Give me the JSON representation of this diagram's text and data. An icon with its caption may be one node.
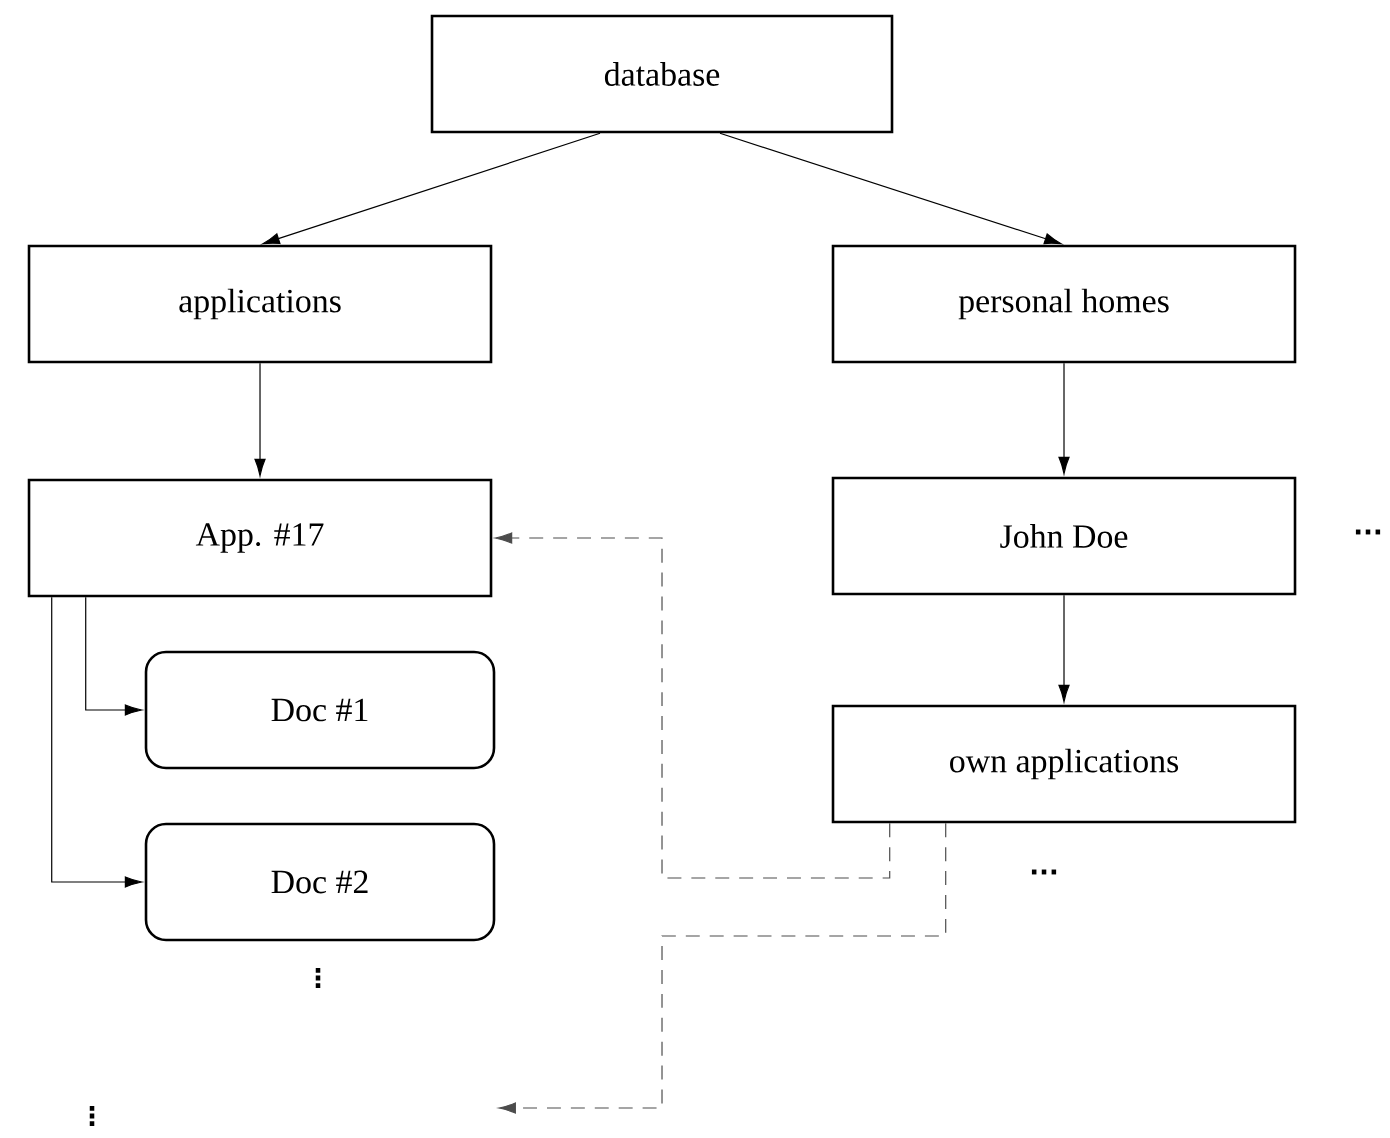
{
  "diagram": {
    "nodes": [
      {
        "text": [
          "database"
        ]
      },
      {
        "text": [
          "applications"
        ]
      },
      {
        "text": [
          "personal homes"
        ]
      },
      {
        "text": [
          "App. #17"
        ]
      },
      {
        "text": [
          "John Doe"
        ]
      },
      {
        "text": [
          "Doc #1"
        ]
      },
      {
        "text": [
          "Doc #2"
        ]
      },
      {
        "text": [
          "own applications"
        ]
      }
    ],
    "edges": [
      {
        "from": 0,
        "to": 1,
        "arrow": "to"
      },
      {
        "from": 0,
        "to": 2,
        "arrow": "to"
      },
      {
        "from": 1,
        "to": 3,
        "arrow": "to"
      },
      {
        "from": 2,
        "to": 4,
        "arrow": "to"
      },
      {
        "from": 4,
        "to": 7,
        "arrow": "to"
      },
      {
        "from": 3,
        "to": 5,
        "arrow": "to"
      },
      {
        "from": 3,
        "to": 6,
        "arrow": "to"
      },
      {
        "from": 7,
        "to": 3,
        "arrow": "to",
        "style": "dashed"
      },
      {
        "from": 7,
        "to": null,
        "arrow": "to",
        "style": "dashed"
      }
    ],
    "labels": [
      "...",
      "...",
      "⋮",
      "⋮"
    ]
  }
}
